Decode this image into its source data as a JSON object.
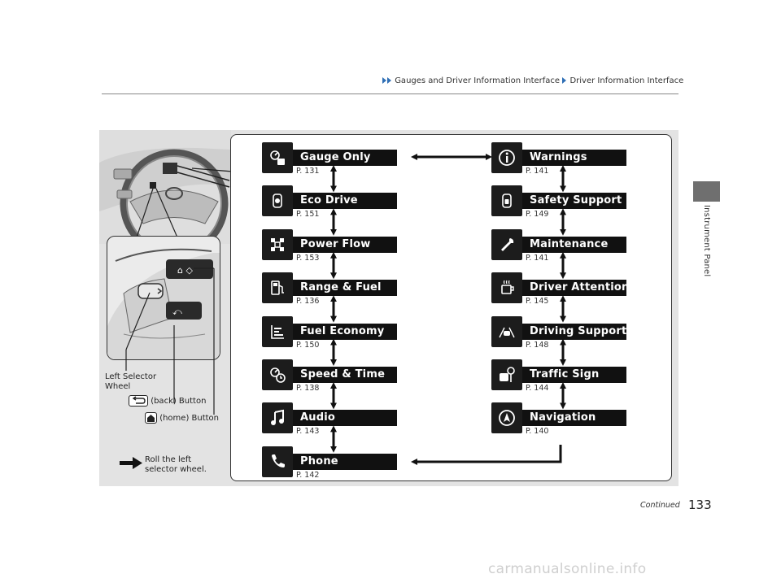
{
  "header": {
    "breadcrumb_1": "Gauges and Driver Information Interface",
    "breadcrumb_2": "Driver Information Interface"
  },
  "side_tab": {
    "label": "Instrument Panel"
  },
  "menu_left": [
    {
      "label": "Gauge Only",
      "page": "P. 131",
      "icon": "gauge-only-icon"
    },
    {
      "label": "Eco Drive",
      "page": "P. 151",
      "icon": "eco-drive-icon"
    },
    {
      "label": "Power Flow",
      "page": "P. 153",
      "icon": "power-flow-icon"
    },
    {
      "label": "Range & Fuel",
      "page": "P. 136",
      "icon": "range-fuel-icon"
    },
    {
      "label": "Fuel Economy",
      "page": "P. 150",
      "icon": "fuel-economy-icon"
    },
    {
      "label": "Speed & Time",
      "page": "P. 138",
      "icon": "speed-time-icon"
    },
    {
      "label": "Audio",
      "page": "P. 143",
      "icon": "music-note-icon"
    },
    {
      "label": "Phone",
      "page": "P. 142",
      "icon": "phone-icon"
    }
  ],
  "menu_right": [
    {
      "label": "Warnings",
      "page": "P. 141",
      "icon": "info-icon"
    },
    {
      "label": "Safety Support",
      "page": "P. 149",
      "icon": "safety-support-icon"
    },
    {
      "label": "Maintenance",
      "page": "P. 141",
      "icon": "wrench-icon"
    },
    {
      "label": "Driver Attention",
      "page": "P. 145",
      "icon": "coffee-cup-icon"
    },
    {
      "label": "Driving Support",
      "page": "P. 148",
      "icon": "driving-support-icon"
    },
    {
      "label": "Traffic Sign",
      "page": "P. 144",
      "icon": "traffic-sign-icon"
    },
    {
      "label": "Navigation",
      "page": "P. 140",
      "icon": "navigation-icon"
    }
  ],
  "callouts": {
    "left_selector_wheel": "Left Selector\nWheel",
    "back_button": "(back) Button",
    "home_button": "(home) Button"
  },
  "legend": {
    "roll_text": "Roll the left\nselector wheel."
  },
  "footer": {
    "continued": "Continued",
    "page_number": "133"
  },
  "watermark": "carmanualsonline.info"
}
